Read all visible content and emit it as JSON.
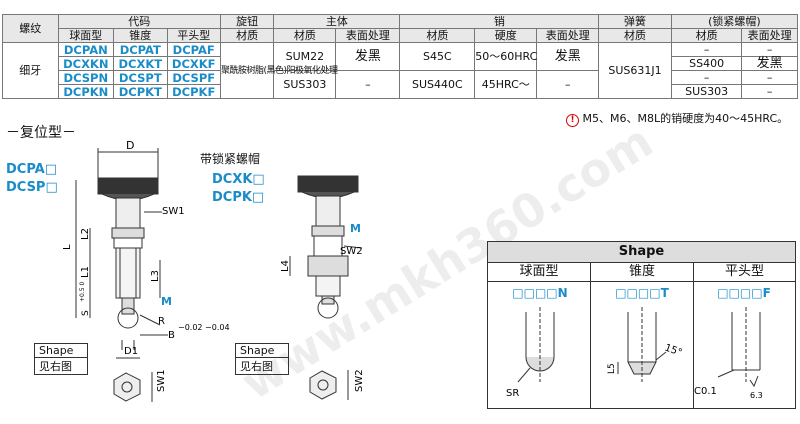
{
  "table": {
    "h_thread": "螺纹",
    "h_code": "代码",
    "h_ball": "球面型",
    "h_taper": "锥度",
    "h_flat": "平头型",
    "h_knob": "旋钮",
    "h_knob_mat": "材质",
    "h_body": "主体",
    "h_body_mat": "材质",
    "h_body_surf": "表面处理",
    "h_pin": "销",
    "h_pin_mat": "材质",
    "h_pin_hard": "硬度",
    "h_pin_surf": "表面处理",
    "h_spring": "弹簧",
    "h_spring_mat": "材质",
    "h_nut": "(锁紧螺帽)",
    "h_nut_mat": "材质",
    "h_nut_surf": "表面处理",
    "thread": "细牙",
    "codes": [
      [
        "DCPAN",
        "DCPAT",
        "DCPAF"
      ],
      [
        "DCXKN",
        "DCXKT",
        "DCXKF"
      ],
      [
        "DCSPN",
        "DCSPT",
        "DCSPF"
      ],
      [
        "DCPKN",
        "DCPKT",
        "DCPKF"
      ]
    ],
    "knob_mat": "聚酰胺树脂(黑色)阳极氧化处理",
    "body_mat_1": "SUM22",
    "body_surf_1": "发黑",
    "pin_mat_1": "S45C",
    "pin_hard_1": "50～60HRC",
    "pin_surf_1": "发黑",
    "body_mat_2": "SUS303",
    "body_surf_2": "–",
    "pin_mat_2": "SUS440C",
    "pin_hard_2": "45HRC～",
    "pin_surf_2": "–",
    "spring_mat": "SUS631J1",
    "nut_rows": [
      [
        "–",
        "–"
      ],
      [
        "SS400",
        "发黑"
      ],
      [
        "–",
        "–"
      ],
      [
        "SUS303",
        "–"
      ]
    ]
  },
  "note": "M5、M6、M8L的销硬度为40～45HRC。",
  "note_icon": "warning-circle-icon",
  "section_title": "－复位型－",
  "left_codes": [
    "DCPA□",
    "DCSP□"
  ],
  "lock_nut_title": "带锁紧螺帽",
  "right_codes": [
    "DCXK□",
    "DCPK□"
  ],
  "dims": {
    "D": "D",
    "SW1": "SW1",
    "SW2": "SW2",
    "L": "L",
    "L1": "L1",
    "L2": "L2",
    "L3": "L3",
    "L4": "L4",
    "S": "S",
    "S_tol": "+0.5 0",
    "M": "M",
    "R": "R",
    "B": "B",
    "B_tol": "−0.02 −0.04",
    "D1": "D1",
    "shape": "Shape",
    "see_right": "见右图"
  },
  "shape": {
    "title": "Shape",
    "cols": [
      "球面型",
      "锥度",
      "平头型"
    ],
    "codes": [
      "□□□□N",
      "□□□□T",
      "□□□□F"
    ],
    "sr": "SR",
    "l5": "L5",
    "angle": "15°",
    "c": "C0.1",
    "r": "6.3"
  },
  "watermark": "www.mkh360.com"
}
